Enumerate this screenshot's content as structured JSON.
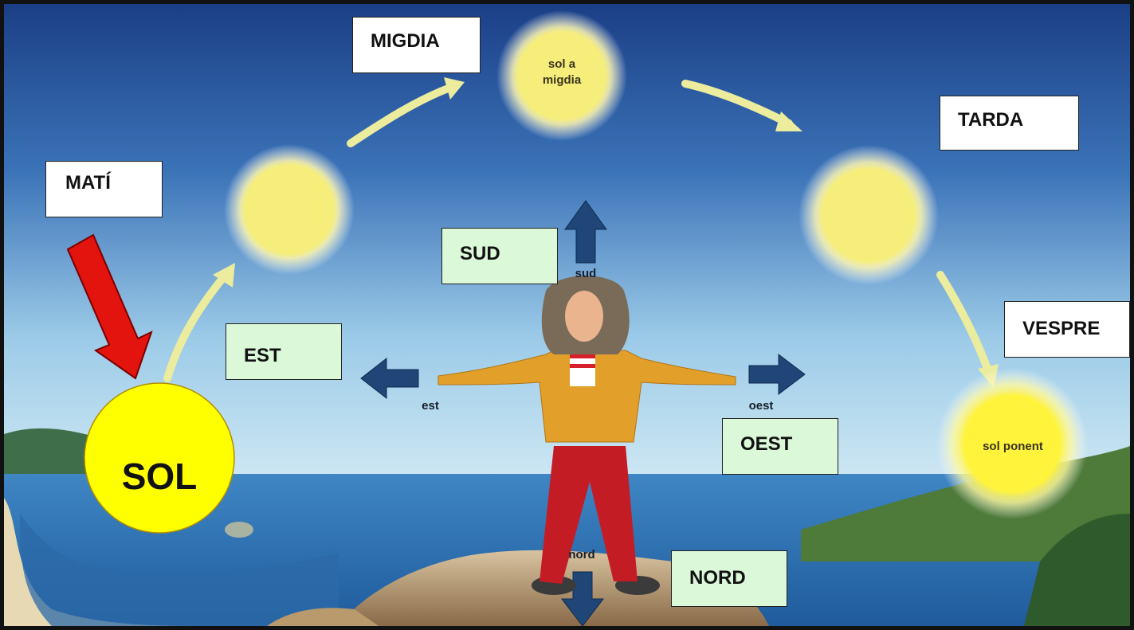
{
  "time_labels": {
    "morning": "MATÍ",
    "noon": "MIGDIA",
    "afternoon": "TARDA",
    "evening": "VESPRE"
  },
  "direction_labels": {
    "south": "SUD",
    "east": "EST",
    "west": "OEST",
    "north": "NORD"
  },
  "small_labels": {
    "south": "sud",
    "east": "est",
    "west": "oest",
    "north": "nord"
  },
  "sun_texts": {
    "noon_line1": "sol a",
    "noon_line2": "migdia",
    "sunset": "sol ponent"
  },
  "big_sun": "SOL",
  "colors": {
    "sky_top": "#1b3f86",
    "sky_bottom": "#bfdff0",
    "sea": "#2f74b5",
    "sun_yellow": "#ffff00",
    "arrow_red": "#e3140e",
    "path_arrow": "#ecec9e",
    "direction_arrow": "#1f4677",
    "green_box": "#dbf8d8"
  }
}
